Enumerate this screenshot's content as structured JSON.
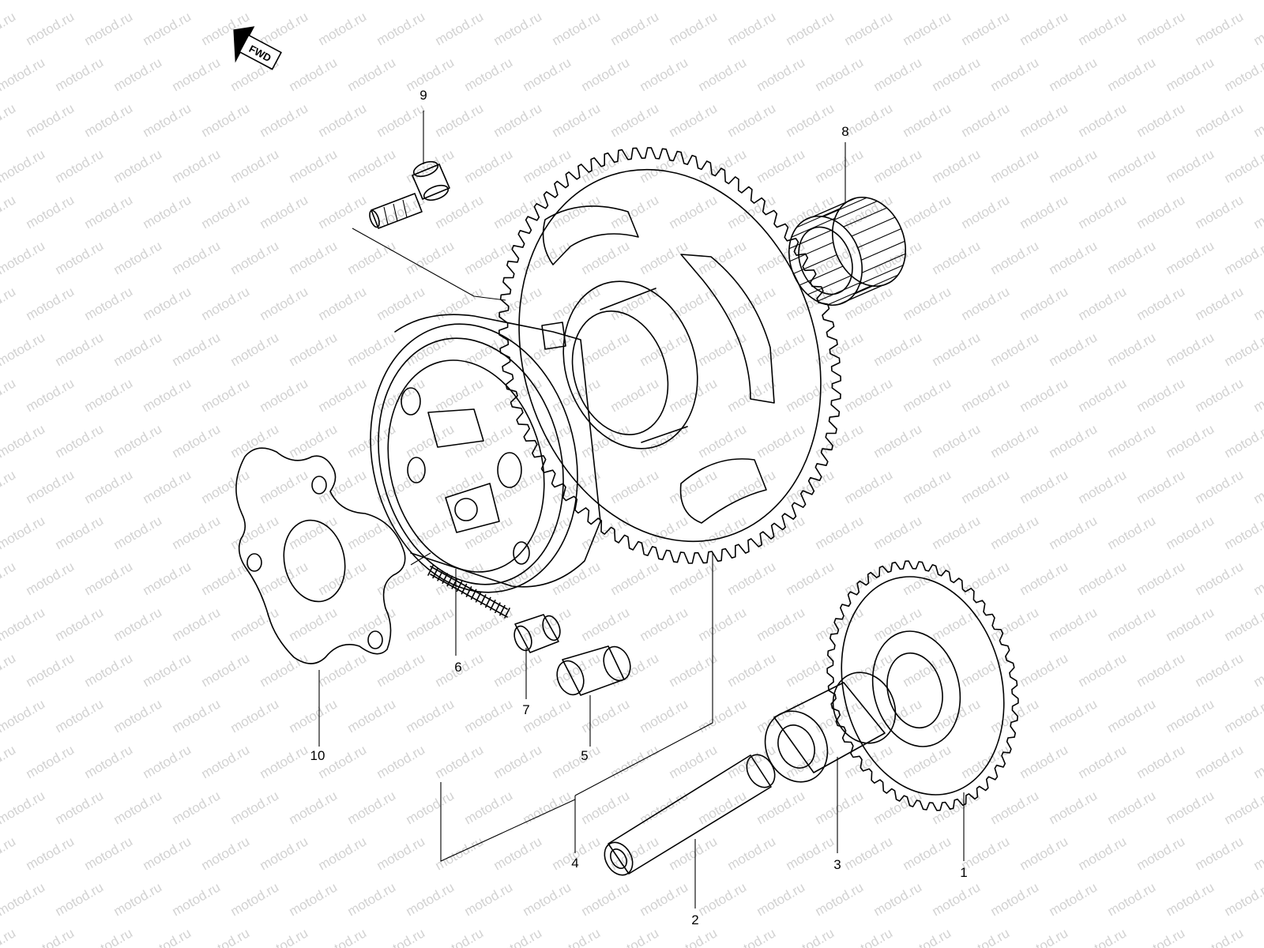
{
  "watermark": "motod.ru",
  "fwd_label": "FWD",
  "callouts": [
    "1",
    "2",
    "3",
    "4",
    "5",
    "6",
    "7",
    "8",
    "9",
    "10"
  ],
  "colors": {
    "line": "#000000",
    "background": "#ffffff",
    "watermark": "#d2d2d2"
  }
}
